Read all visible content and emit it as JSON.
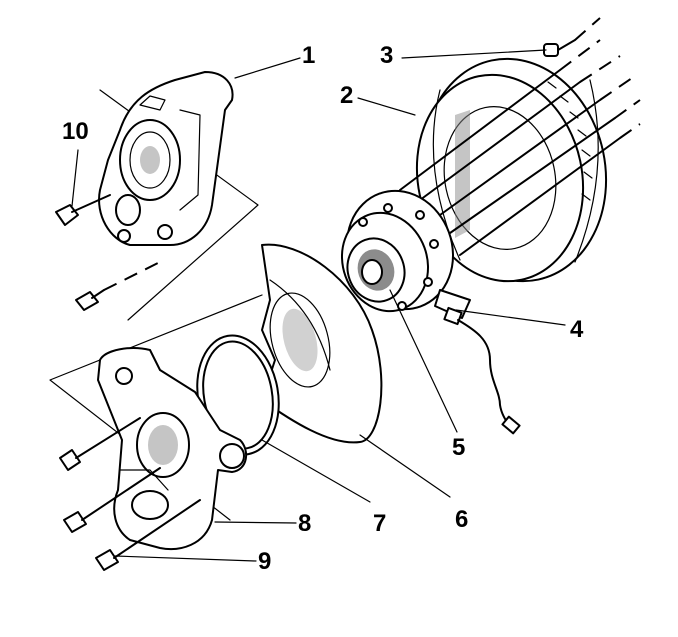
{
  "callouts": {
    "c1": "1",
    "c2": "2",
    "c3": "3",
    "c4": "4",
    "c5": "5",
    "c6": "6",
    "c7": "7",
    "c8": "8",
    "c9": "9",
    "c10": "10"
  },
  "colors": {
    "line": "#000000",
    "shade": "#8c8c8c",
    "background": "#ffffff"
  }
}
